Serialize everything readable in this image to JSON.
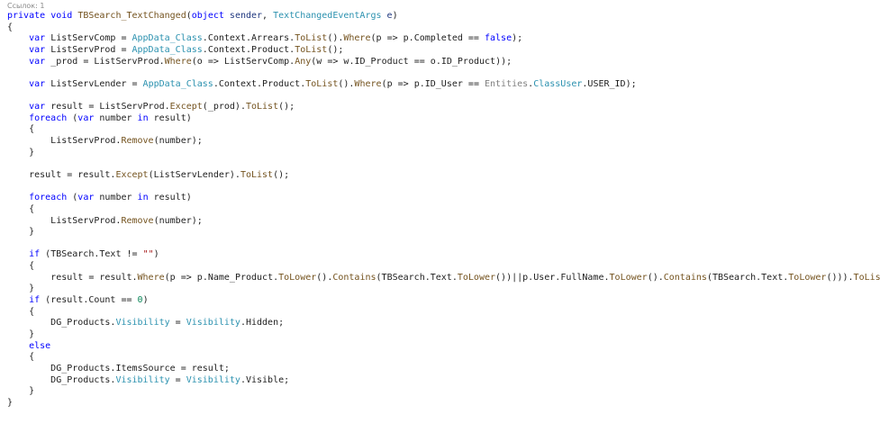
{
  "editor": {
    "reference_count": "Ссылок: 1",
    "code_lines": [
      "private void TBSearch_TextChanged(object sender, TextChangedEventArgs e)",
      "{",
      "    var ListServComp = AppData_Class.Context.Arrears.ToList().Where(p => p.Completed == false);",
      "    var ListServProd = AppData_Class.Context.Product.ToList();",
      "    var _prod = ListServProd.Where(o => ListServComp.Any(w => w.ID_Product == o.ID_Product));",
      "",
      "    var ListServLender = AppData_Class.Context.Product.ToList().Where(p => p.ID_User == Entities.ClassUser.USER_ID);",
      "",
      "    var result = ListServProd.Except(_prod).ToList();",
      "    foreach (var number in result)",
      "    {",
      "        ListServProd.Remove(number);",
      "    }",
      "",
      "    result = result.Except(ListServLender).ToList();",
      "",
      "    foreach (var number in result)",
      "    {",
      "        ListServProd.Remove(number);",
      "    }",
      "",
      "    if (TBSearch.Text != \"\")",
      "    {",
      "        result = result.Where(p => p.Name_Product.ToLower().Contains(TBSearch.Text.ToLower())||p.User.FullName.ToLower().Contains(TBSearch.Text.ToLower())).ToList();",
      "    }",
      "    if (result.Count == 0)",
      "    {",
      "        DG_Products.Visibility = Visibility.Hidden;",
      "    }",
      "    else",
      "    {",
      "        DG_Products.ItemsSource = result;",
      "        DG_Products.Visibility = Visibility.Visible;",
      "    }",
      "}"
    ]
  },
  "colors": {
    "background": "#ffffff",
    "keyword": "#0000ff",
    "type": "#2b91af",
    "method": "#74531f",
    "string": "#a31515",
    "number": "#098658",
    "plain": "#1e1e1e"
  }
}
